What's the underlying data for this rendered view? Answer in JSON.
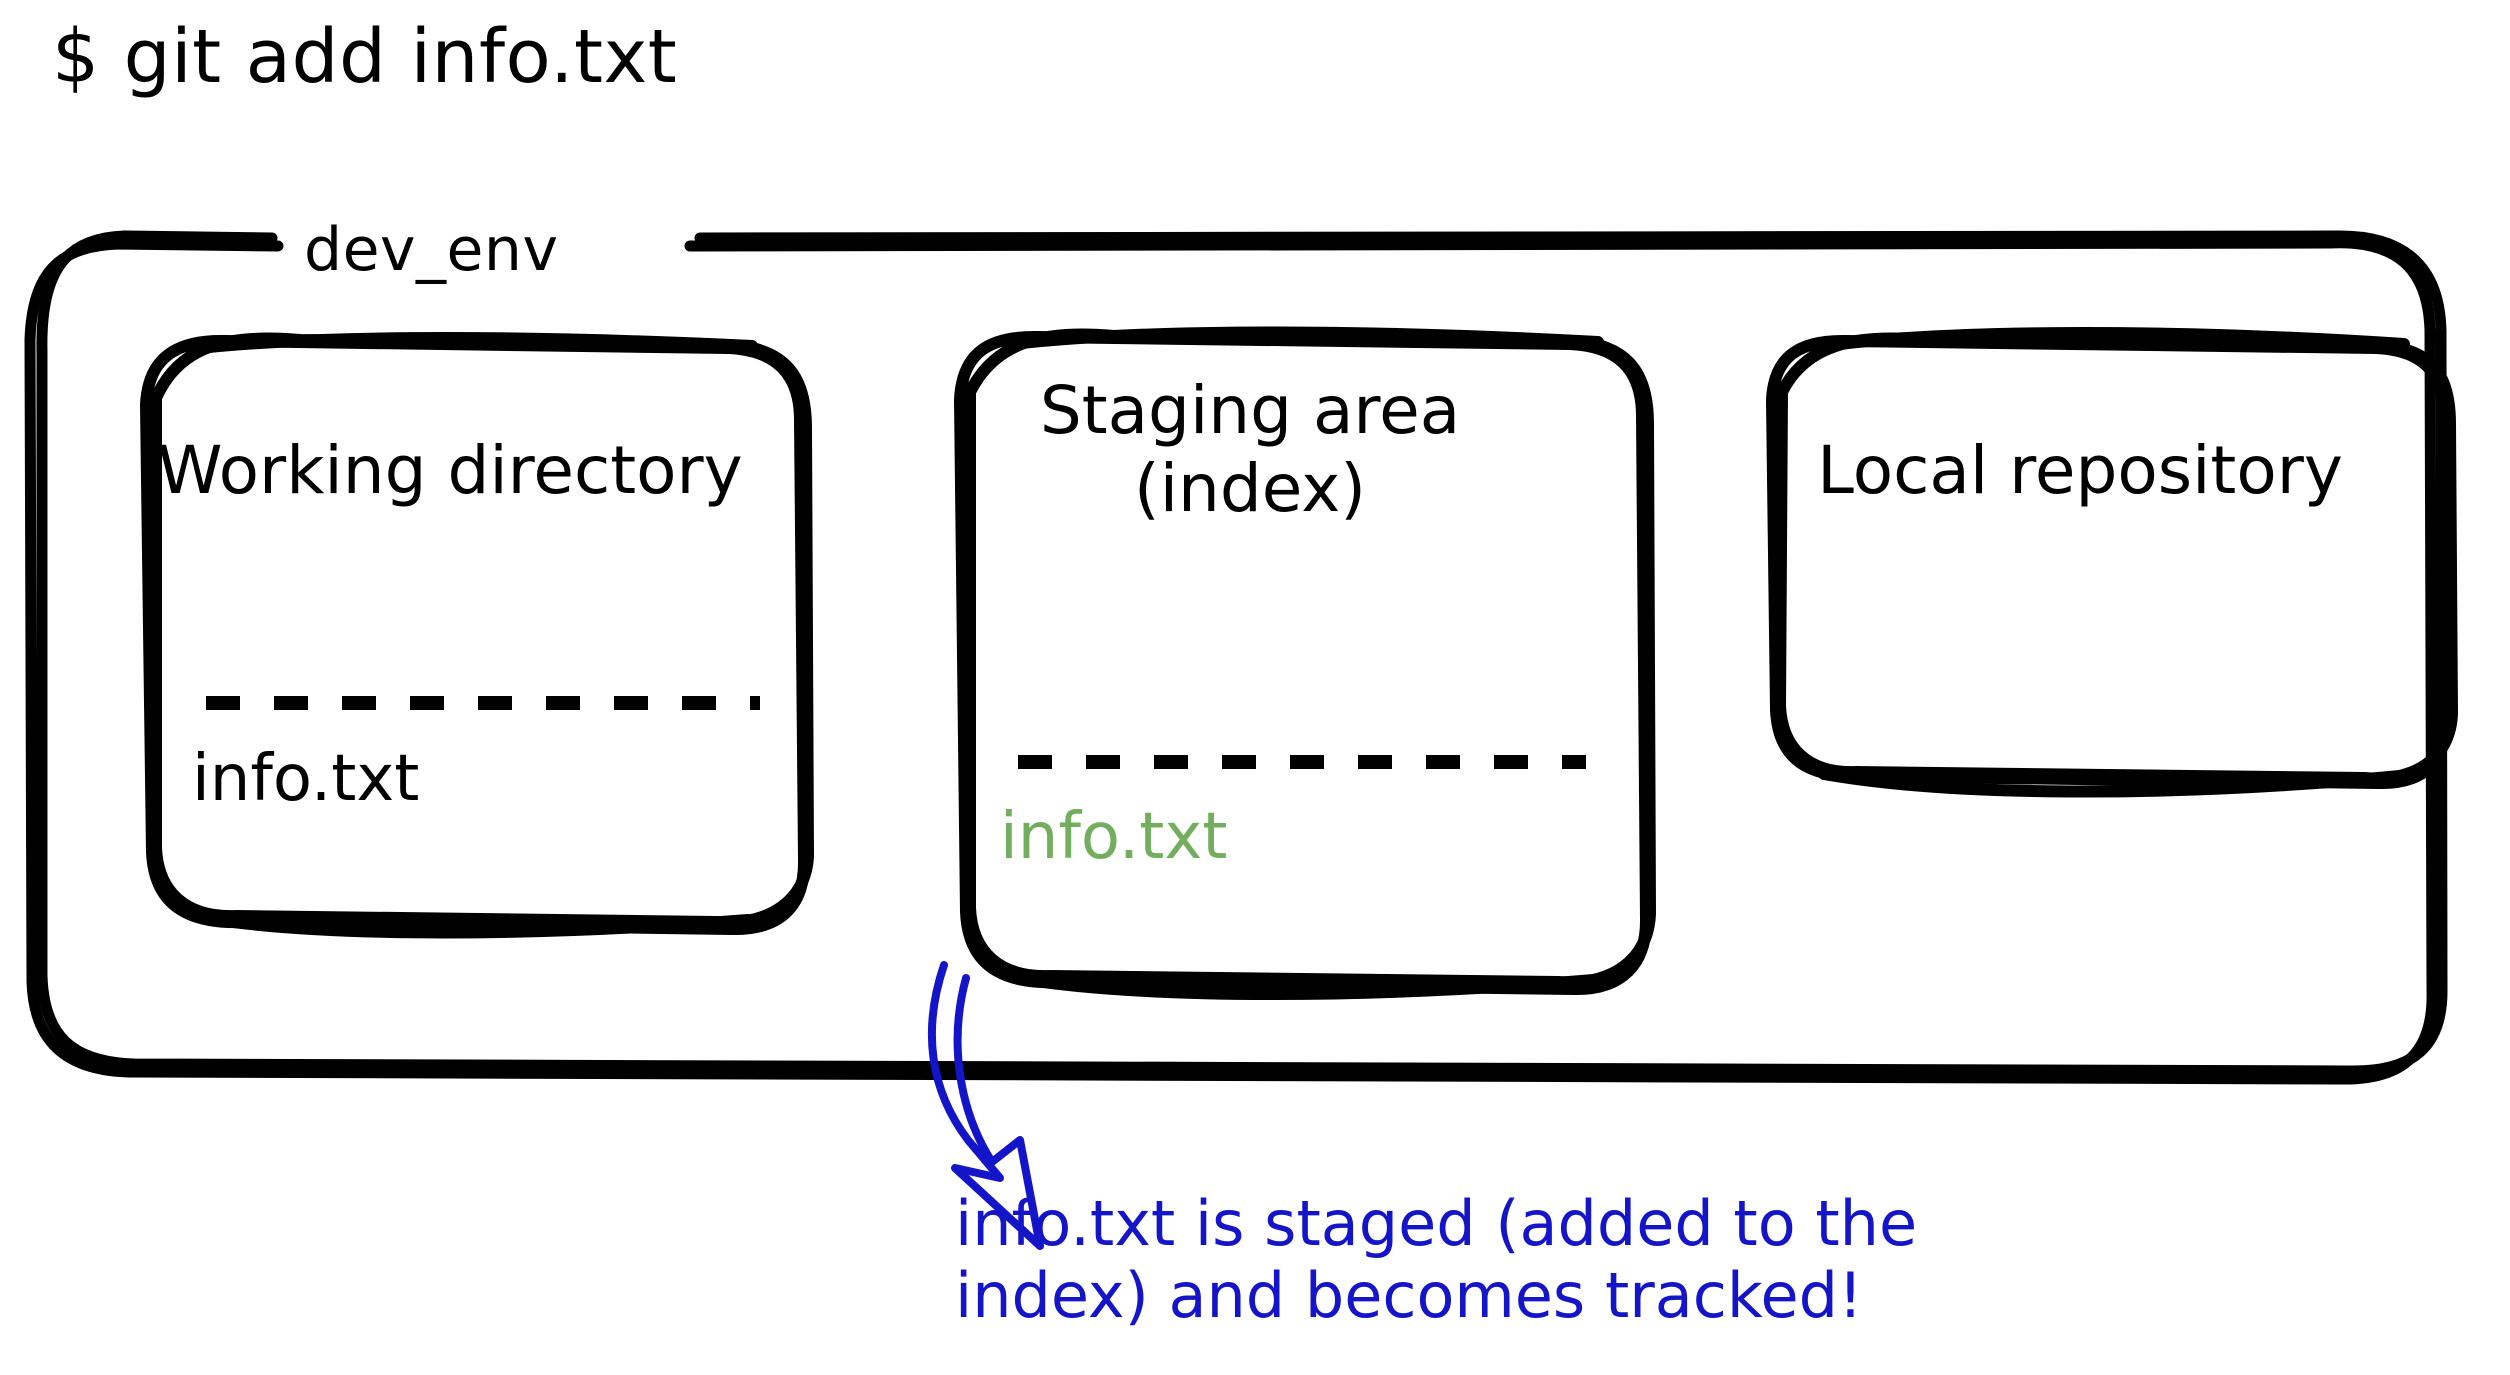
{
  "terminal": {
    "prompt": "$",
    "command": "git add info.txt",
    "full_line": "$ git add info.txt"
  },
  "container": {
    "label": "dev_env"
  },
  "colors": {
    "stroke": "#000000",
    "staged_file": "#73ae5f",
    "annotation": "#1414c8",
    "background": "#ffffff"
  },
  "boxes": [
    {
      "id": "working-directory",
      "title": "Working\ndirectory",
      "has_divider": true,
      "files": [
        {
          "name": "info.txt",
          "state": "untracked-modified",
          "color": "#000000"
        }
      ]
    },
    {
      "id": "staging-area",
      "title": "Staging\narea\n(index)",
      "has_divider": true,
      "files": [
        {
          "name": "info.txt",
          "state": "staged",
          "color": "#73ae5f"
        }
      ]
    },
    {
      "id": "local-repository",
      "title": "Local\nrepository",
      "has_divider": false,
      "files": []
    }
  ],
  "annotation": {
    "line1": "info.txt is staged (added to the",
    "line2": "index) and becomes tracked!",
    "arrow": {
      "from": "staging-area",
      "to": "annotation",
      "style": "hand-drawn-outline-curved",
      "color": "#1414c8"
    }
  }
}
